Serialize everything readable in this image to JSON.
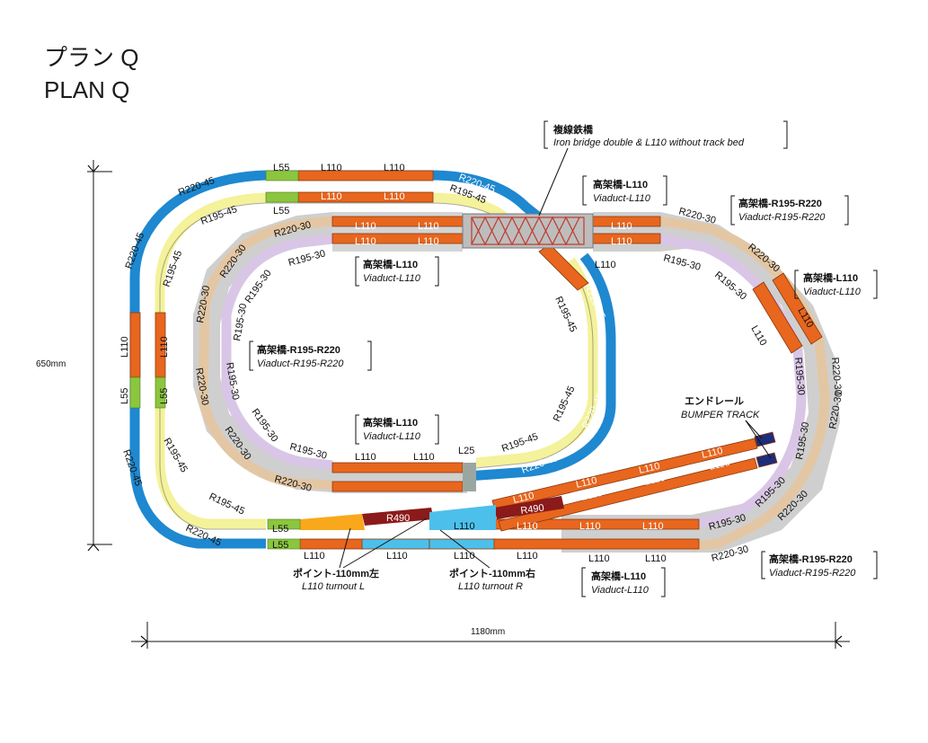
{
  "title": {
    "jp": "プラン Q",
    "en": "PLAN Q"
  },
  "dimensions": {
    "height": "650mm",
    "width": "1180mm"
  },
  "colors": {
    "L110": "#e8661d",
    "L55": "#8cc63f",
    "R220": "#1e88d0",
    "R195_45": "#f4f29a",
    "R195_30": "#d9c6e6",
    "R220_30": "#e3c7a4",
    "R490": "#8b1a1a",
    "turnout_L": "#f9a81b",
    "turnout_R": "#4cc0ea",
    "bumper": "#1f2c7a",
    "viaduct": "#c9c9c9",
    "bridge": "#c0392b",
    "L25": "#9aa7a0"
  },
  "labels": {
    "L110": "L110",
    "L55": "L55",
    "L25": "L25",
    "R490": "R490",
    "R220_45": "R220-45",
    "R195_45": "R195-45",
    "R195_30": "R195-30",
    "R220_30": "R220-30"
  },
  "annotations": {
    "iron_bridge": {
      "jp": "複線鉄橋",
      "en": "Iron bridge double & L110 without track bed"
    },
    "viaduct_l110": {
      "jp": "高架橋-L110",
      "en": "Viaduct-L110"
    },
    "viaduct_r195": {
      "jp": "高架橋-R195-R220",
      "en": "Viaduct-R195-R220"
    },
    "bumper": {
      "jp": "エンドレール",
      "en": "BUMPER TRACK"
    },
    "turnout_l": {
      "jp": "ポイント-110mm左",
      "en": "L110 turnout L"
    },
    "turnout_r": {
      "jp": "ポイント-110mm右",
      "en": "L110 turnout R"
    }
  }
}
